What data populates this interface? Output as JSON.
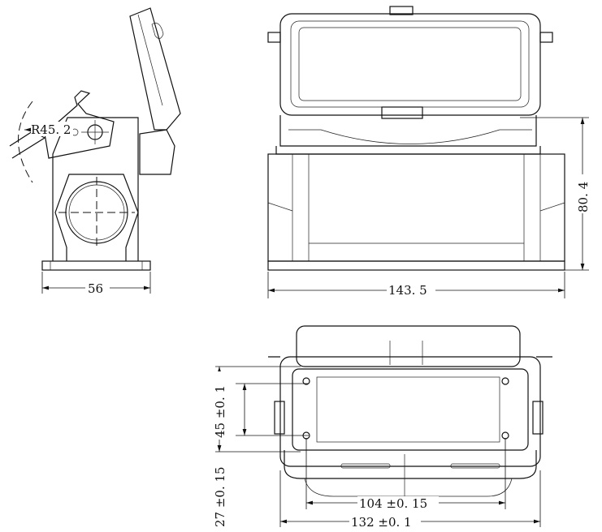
{
  "dimensions": {
    "radius": "R45. 2",
    "side_width": "56",
    "front_width": "143. 5",
    "height": "80. 4",
    "mount_spacing_vertical": "45  ±0. 1",
    "mount_offset_vertical": "27  ±0. 15",
    "mount_spacing_horizontal": "104  ±0. 15",
    "base_width": "132  ±0. 1"
  }
}
